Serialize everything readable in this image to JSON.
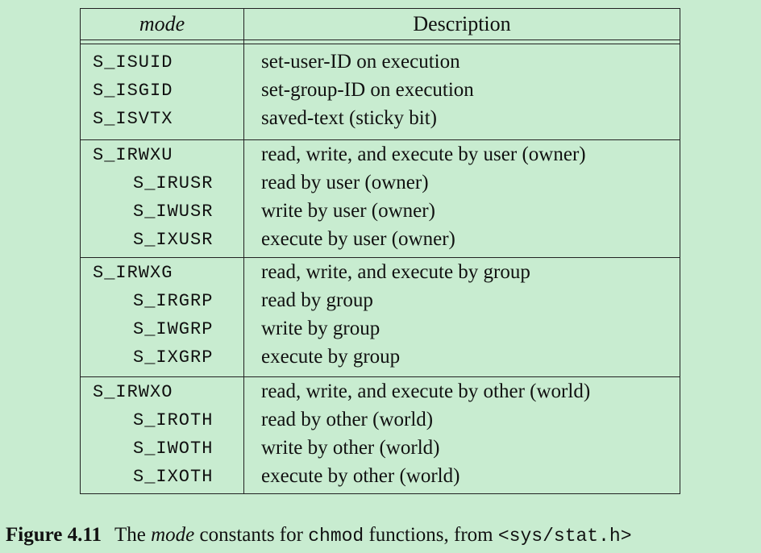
{
  "table": {
    "header": {
      "mode": "mode",
      "description": "Description"
    },
    "groups": [
      {
        "rows": [
          {
            "constant": "S_ISUID",
            "level": 0,
            "description": "set-user-ID on execution"
          },
          {
            "constant": "S_ISGID",
            "level": 0,
            "description": "set-group-ID on execution"
          },
          {
            "constant": "S_ISVTX",
            "level": 0,
            "description": "saved-text (sticky bit)"
          }
        ]
      },
      {
        "rows": [
          {
            "constant": "S_IRWXU",
            "level": 0,
            "description": "read, write, and execute by user (owner)"
          },
          {
            "constant": "S_IRUSR",
            "level": 1,
            "description": "read by user (owner)"
          },
          {
            "constant": "S_IWUSR",
            "level": 1,
            "description": "write by user (owner)"
          },
          {
            "constant": "S_IXUSR",
            "level": 1,
            "description": "execute by user (owner)"
          }
        ]
      },
      {
        "rows": [
          {
            "constant": "S_IRWXG",
            "level": 0,
            "description": "read, write, and execute by group"
          },
          {
            "constant": "S_IRGRP",
            "level": 1,
            "description": "read by group"
          },
          {
            "constant": "S_IWGRP",
            "level": 1,
            "description": "write by group"
          },
          {
            "constant": "S_IXGRP",
            "level": 1,
            "description": "execute by group"
          }
        ]
      },
      {
        "rows": [
          {
            "constant": "S_IRWXO",
            "level": 0,
            "description": "read, write, and execute by other (world)"
          },
          {
            "constant": "S_IROTH",
            "level": 1,
            "description": "read by other (world)"
          },
          {
            "constant": "S_IWOTH",
            "level": 1,
            "description": "write by other (world)"
          },
          {
            "constant": "S_IXOTH",
            "level": 1,
            "description": "execute by other (world)"
          }
        ]
      }
    ]
  },
  "caption": {
    "label": "Figure 4.11",
    "text_1": "The ",
    "text_mode": "mode",
    "text_2": " constants for ",
    "text_func": "chmod",
    "text_3": " functions, from ",
    "text_header": "<sys/stat.h>"
  }
}
